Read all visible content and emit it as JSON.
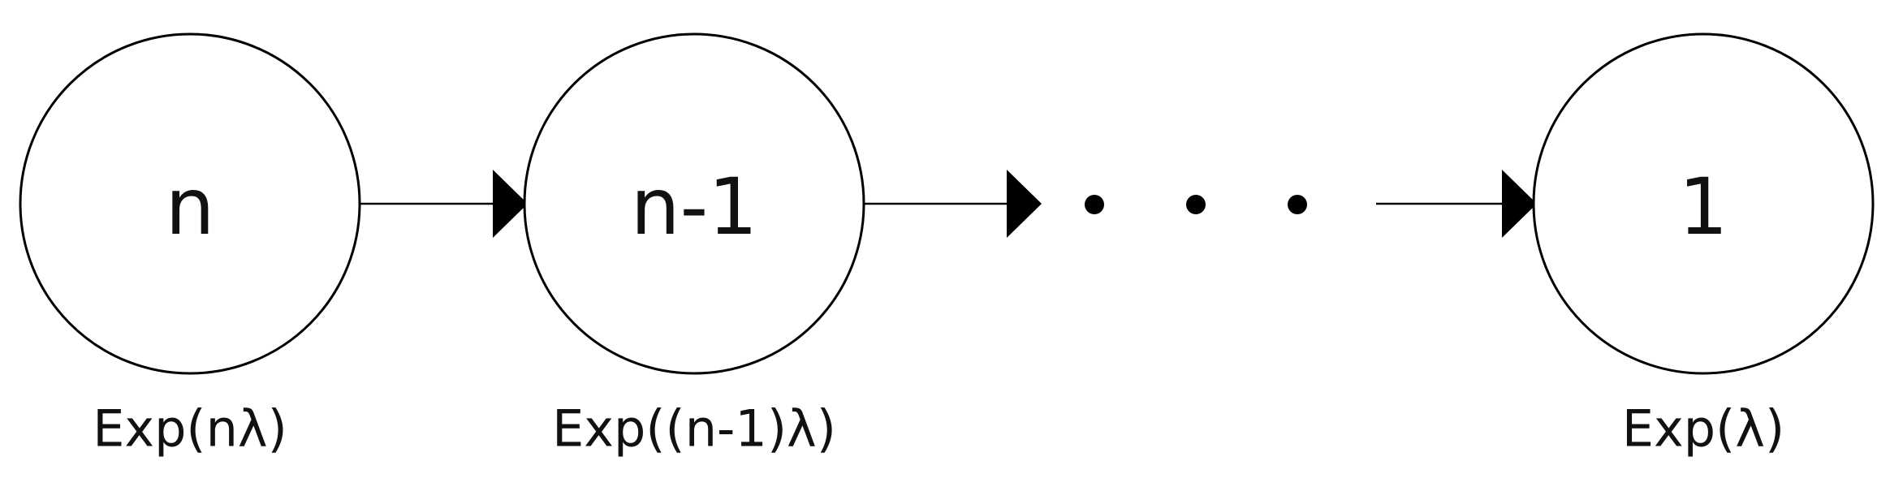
{
  "nodes": [
    {
      "label": "n",
      "rate": "Exp(nλ)"
    },
    {
      "label": "n-1",
      "rate": "Exp((n-1)λ)"
    },
    {
      "label": "1",
      "rate": "Exp(λ)"
    }
  ],
  "colors": {
    "stroke": "#000000",
    "fill": "#ffffff",
    "text": "#111111"
  }
}
